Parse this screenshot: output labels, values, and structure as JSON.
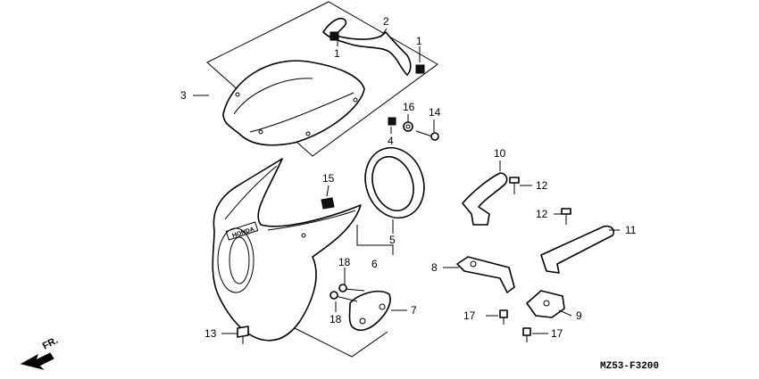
{
  "diagram": {
    "callouts": {
      "c1a": "1",
      "c1b": "1",
      "c2": "2",
      "c3": "3",
      "c4": "4",
      "c5": "5",
      "c6": "6",
      "c7": "7",
      "c8": "8",
      "c9": "9",
      "c10": "10",
      "c11": "11",
      "c12a": "12",
      "c12b": "12",
      "c13": "13",
      "c14": "14",
      "c15": "15",
      "c16": "16",
      "c17a": "17",
      "c17b": "17",
      "c18a": "18",
      "c18b": "18"
    },
    "direction_label": "FR.",
    "diagram_code": "MZ53-F3200",
    "cowl_logo_text": "HONDA"
  }
}
